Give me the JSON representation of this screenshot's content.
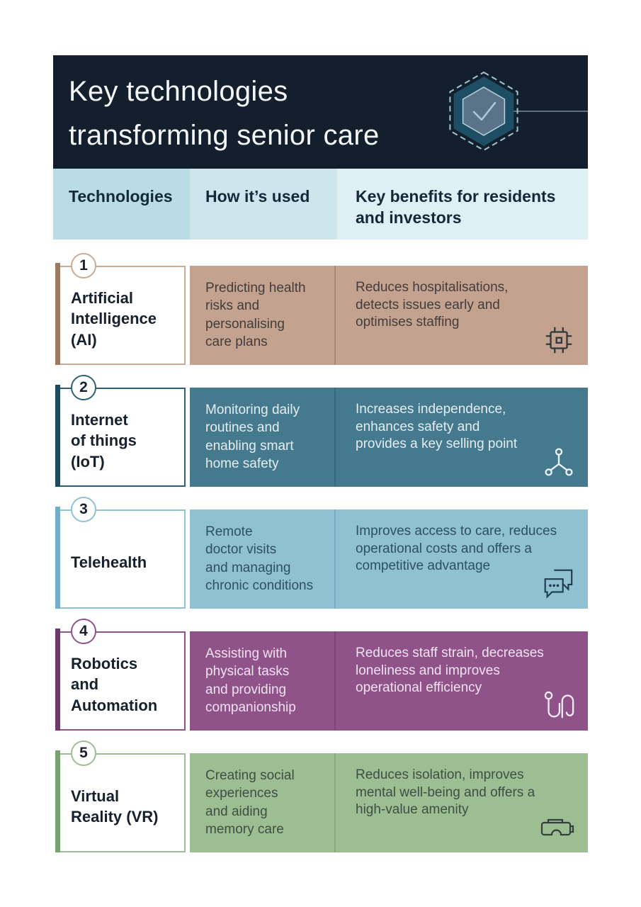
{
  "header": {
    "title": "Key technologies\ntransforming senior care",
    "bg_color": "#141f2d",
    "title_color": "#f4f7f9",
    "badge": {
      "icon": "hexagon-check-icon",
      "dash_color": "#9ec4d3",
      "hex_fill": "#1d4e63",
      "inner_fill": "#5b7389",
      "inner_border": "#b9d4de",
      "check_color": "#a9c9d7",
      "line_color": "#5c7282"
    }
  },
  "table": {
    "header_text_color": "#13293a",
    "name_color": "#17212e",
    "number_color": "#17212e",
    "columns": [
      {
        "label": "Technologies",
        "bg": "#b9dce6"
      },
      {
        "label": "How it’s used",
        "bg": "#cde6ed"
      },
      {
        "label": "Key benefits for residents\nand investors",
        "bg": "#def0f4"
      }
    ],
    "rows": [
      {
        "number": "1",
        "name": "Artificial\nIntelligence\n(AI)",
        "usage": "Predicting health\nrisks and\npersonalising\ncare plans",
        "benefits": "Reduces hospitalisations,\ndetects issues early and\noptimises staffing",
        "icon": "chip-icon",
        "colors": {
          "bg": "#c3a28f",
          "border": "#cbab92",
          "accent": "#9c7a61",
          "divider": "#a8887a",
          "text": "#423d3b",
          "icon": "#32373b"
        }
      },
      {
        "number": "2",
        "name": "Internet\nof things\n(IoT)",
        "usage": "Monitoring daily\nroutines and\nenabling smart\nhome safety",
        "benefits": "Increases independence,\nenhances safety and\nprovides a key selling point",
        "icon": "network-nodes-icon",
        "colors": {
          "bg": "#45798d",
          "border": "#2d6077",
          "accent": "#1e4a5e",
          "divider": "#37687c",
          "text": "#e4eef2",
          "icon": "#eef5f7"
        }
      },
      {
        "number": "3",
        "name": "Telehealth",
        "usage": "Remote\ndoctor visits\nand managing\nchronic conditions",
        "benefits": "Improves access to care, reduces\noperational costs and offers a\ncompetitive advantage",
        "icon": "chat-bubbles-icon",
        "colors": {
          "bg": "#90c1d3",
          "border": "#8fc3d4",
          "accent": "#6fafc7",
          "divider": "#76aec2",
          "text": "#2d5062",
          "icon": "#1e3d4d"
        }
      },
      {
        "number": "4",
        "name": "Robotics\nand\nAutomation",
        "usage": "Assisting with\nphysical tasks\nand providing\ncompanionship",
        "benefits": "Reduces staff strain, decreases\nloneliness and improves\noperational efficiency",
        "icon": "robot-arm-icon",
        "colors": {
          "bg": "#8f5289",
          "border": "#8f5289",
          "accent": "#6b3a68",
          "divider": "#7b4677",
          "text": "#f0e3ef",
          "icon": "#f6ecf5"
        }
      },
      {
        "number": "5",
        "name": "Virtual\nReality (VR)",
        "usage": "Creating social\nexperiences\nand aiding\nmemory care",
        "benefits": "Reduces isolation, improves\nmental well-being and offers a\nhigh-value amenity",
        "icon": "vr-headset-icon",
        "colors": {
          "bg": "#9dbd93",
          "border": "#9dbd93",
          "accent": "#7aa170",
          "divider": "#87ab7d",
          "text": "#3e4f43",
          "icon": "#33413a"
        }
      }
    ]
  }
}
